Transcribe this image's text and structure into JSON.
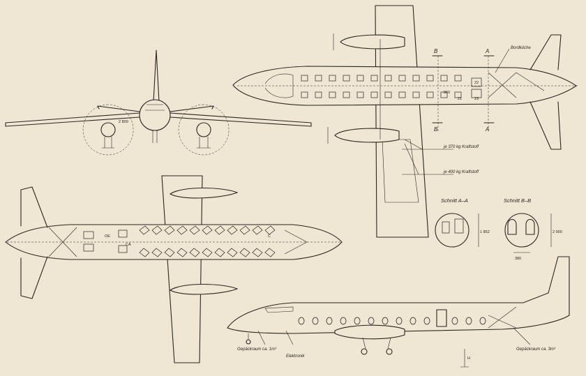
{
  "labels": {
    "galley": "Bordküche",
    "fuel_370": "je 370 kg Kraftstoff",
    "fuel_400": "je 400 kg Kraftstoff",
    "section_aa_title": "Schnitt A–A",
    "section_bb_title": "Schnitt B–B",
    "baggage_front": "Gepäckraum ca. 1m³",
    "baggage_rear": "Gepäckraum ca. 3m³",
    "electronics": "Elektronik",
    "cut_a": "A",
    "cut_b": "B"
  },
  "dimensions": {
    "front_dim": "2 800",
    "top_dim": "860",
    "sec_height_a": "1 852",
    "sec_height_b": "2 000",
    "sec_width": "380",
    "side_dim": "H"
  },
  "seat_numbers": {
    "top_21": "21",
    "top_22": "22",
    "top_23": "23",
    "lower_oe": "OE",
    "lower_ca": "CA",
    "lower_c": "C"
  }
}
